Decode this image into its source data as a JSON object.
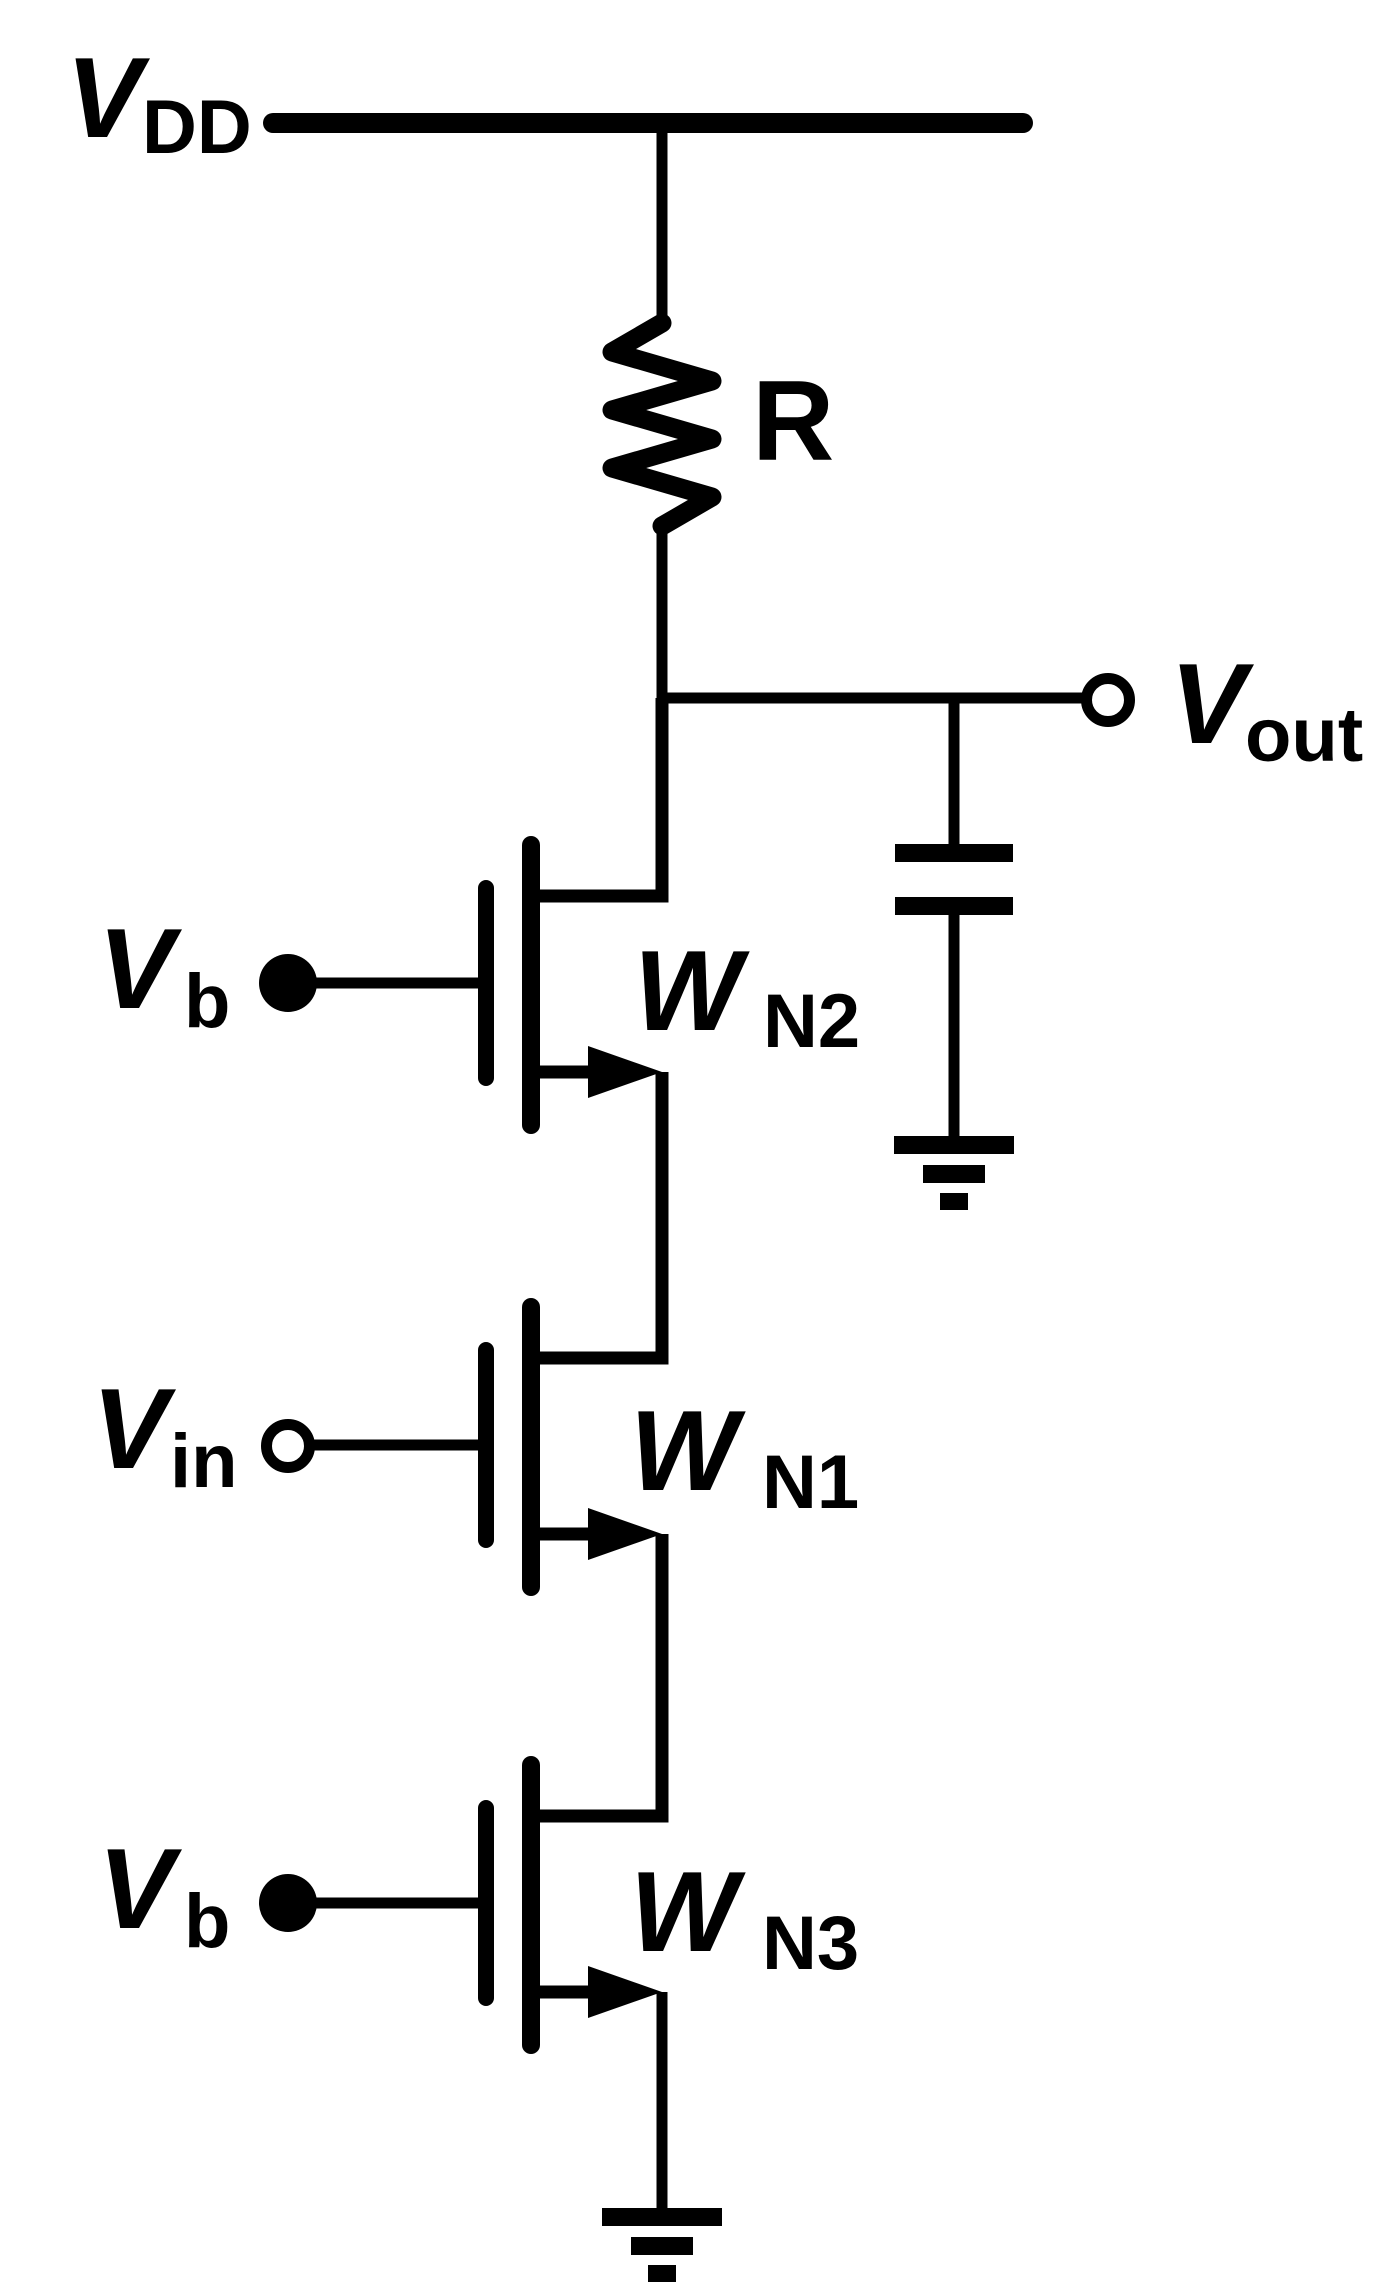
{
  "figure": {
    "type": "circuit-schematic",
    "description": "NMOS cascode amplifier stack with resistive load R from VDD and capacitive load at the output node",
    "ink_color": "#000000",
    "background_color": "#ffffff"
  },
  "labels": {
    "vdd": {
      "main": "V",
      "sub": "DD"
    },
    "r": {
      "main": "R",
      "sub": ""
    },
    "vout": {
      "main": "V",
      "sub": "out"
    },
    "vb_top": {
      "main": "V",
      "sub": "b"
    },
    "wn2": {
      "main": "W",
      "sub": "N2"
    },
    "vin": {
      "main": "V",
      "sub": "in"
    },
    "wn1": {
      "main": "W",
      "sub": "N1"
    },
    "vb_bottom": {
      "main": "V",
      "sub": "b"
    },
    "wn3": {
      "main": "W",
      "sub": "N3"
    }
  },
  "components": {
    "power_rail": "VDD",
    "load_resistor": "R",
    "output_terminal": "Vout",
    "output_capacitor_to_ground": true,
    "transistors": [
      {
        "name": "WN2",
        "type": "NMOS",
        "gate_signal": "Vb",
        "position": "top"
      },
      {
        "name": "WN1",
        "type": "NMOS",
        "gate_signal": "Vin",
        "position": "middle"
      },
      {
        "name": "WN3",
        "type": "NMOS",
        "gate_signal": "Vb",
        "position": "bottom"
      }
    ],
    "ground_symbols": 2
  }
}
